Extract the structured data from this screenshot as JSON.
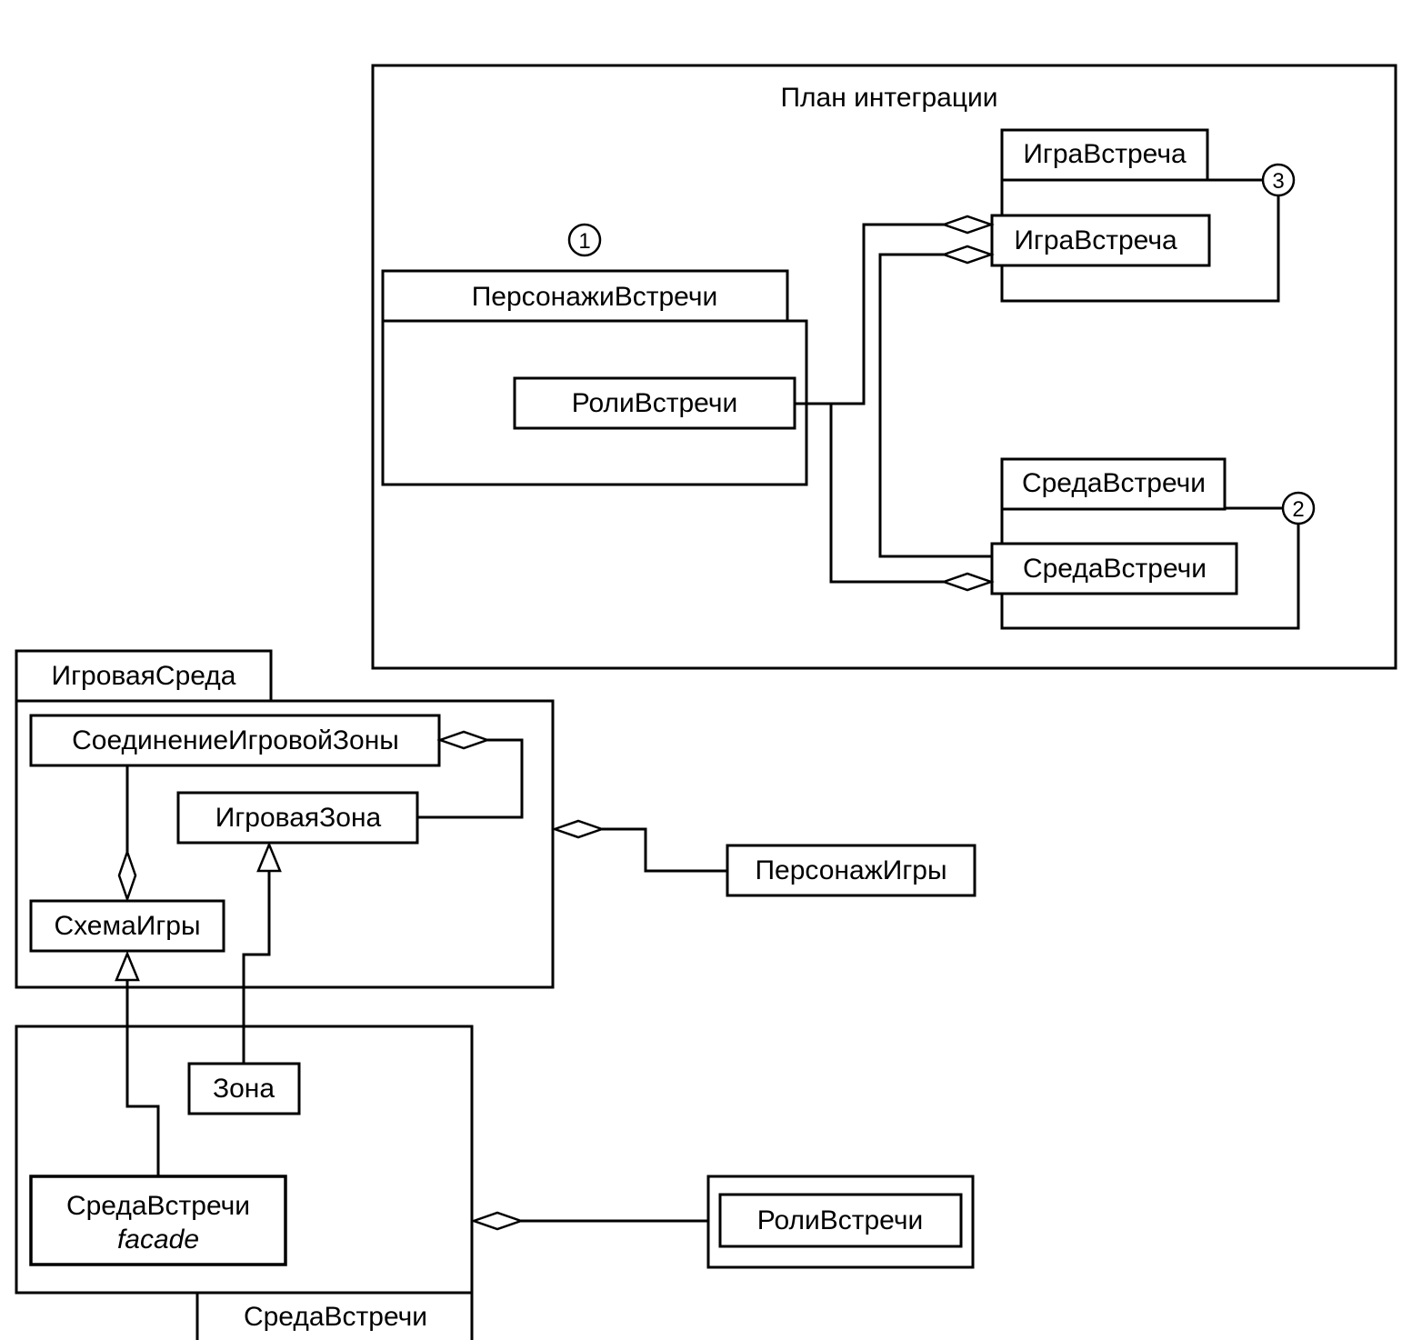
{
  "integration_plan": {
    "title": "План интеграции",
    "characters_package": {
      "tab": "ПерсонажиВстречи",
      "class": "РолиВстречи",
      "step": "1"
    },
    "game_package": {
      "tab": "ИграВстреча",
      "class": "ИграВстреча",
      "step": "3"
    },
    "environment_package": {
      "tab": "СредаВстречи",
      "class": "СредаВстречи",
      "step": "2"
    }
  },
  "game_environment_package": {
    "tab": "ИгроваяСреда",
    "zone_connection": "СоединениеИгровойЗоны",
    "game_zone": "ИгроваяЗона",
    "game_schema": "СхемаИгры"
  },
  "game_character": "ПерсонажИгры",
  "meeting_environment_package": {
    "tab": "СредаВстречи",
    "zone": "Зона",
    "facade_class": "СредаВстречи",
    "facade_stereotype": "facade"
  },
  "meeting_roles": "РолиВстречи"
}
